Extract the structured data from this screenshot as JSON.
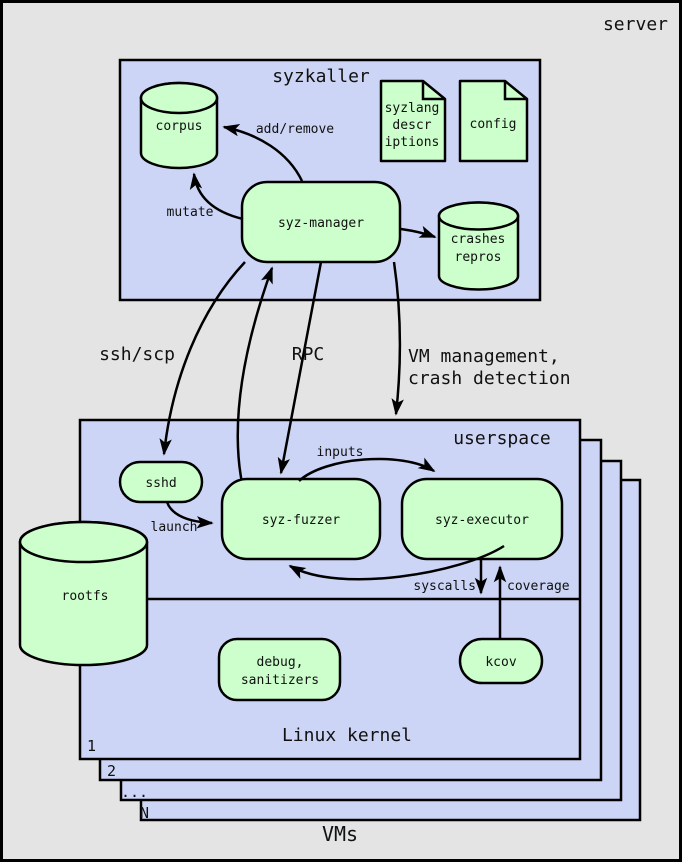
{
  "colors": {
    "background": "#e4e4e4",
    "box_blue": "#ccd5f5",
    "shape_green": "#ccffcc",
    "stroke": "#000000"
  },
  "server": {
    "label": "server"
  },
  "syzkaller": {
    "title": "syzkaller",
    "corpus_label": "corpus",
    "syzlang_doc": {
      "line1": "syzlang",
      "line2": "descr",
      "line3": "iptions"
    },
    "config_doc_label": "config",
    "manager_label": "syz-manager",
    "crashes_db": {
      "line1": "crashes",
      "line2": "repros"
    },
    "add_remove_label": "add/remove",
    "mutate_label": "mutate"
  },
  "connections": {
    "ssh_scp": "ssh/scp",
    "rpc": "RPC",
    "vm_mgmt_line1": "VM management,",
    "vm_mgmt_line2": "crash detection"
  },
  "vm": {
    "userspace_label": "userspace",
    "sshd_label": "sshd",
    "launch_label": "launch",
    "fuzzer_label": "syz-fuzzer",
    "executor_label": "syz-executor",
    "inputs_label": "inputs",
    "syscalls_label": "syscalls",
    "coverage_label": "coverage",
    "rootfs_label": "rootfs",
    "debug_box": {
      "line1": "debug,",
      "line2": "sanitizers"
    },
    "kcov_label": "kcov",
    "kernel_label": "Linux kernel",
    "stack_labels": {
      "first": "1",
      "second": "2",
      "dots": "...",
      "last": "N"
    },
    "vms_label": "VMs"
  }
}
